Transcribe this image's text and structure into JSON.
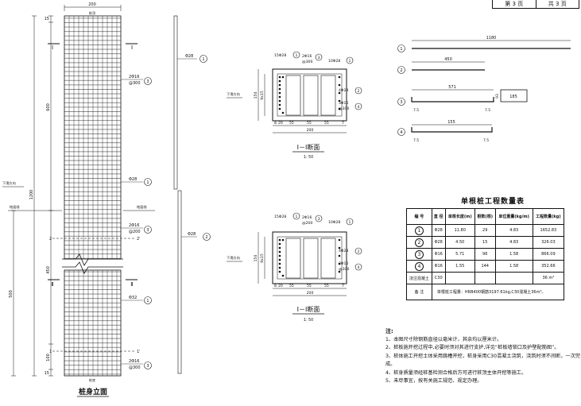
{
  "page": {
    "current": "第 3 页",
    "total": "共 3 页"
  },
  "elevation": {
    "title": "桩身立面",
    "width_dim": "200",
    "height_dims": [
      "15",
      "600",
      "1200",
      "450",
      "100",
      "15"
    ],
    "left_dim": "500",
    "labels": {
      "section_top": "Ⅰ",
      "section_bottom": "Ⅱ",
      "load_dir": "下滑方向",
      "ground_line_left": "地面线",
      "ground_line_right": "地面线",
      "mark_2": "2",
      "mark_2p": "2'",
      "mark_1": "1",
      "mark_1p": "1'",
      "top_text": "桩顶",
      "bottom_text": "桩底"
    },
    "callouts": {
      "c1": {
        "text": "Φ28",
        "num": "1"
      },
      "c2": {
        "text": "2Φ16",
        "sub": "@300",
        "num": "3"
      },
      "c3": {
        "text": "Φ28",
        "num": "1"
      },
      "c4": {
        "text": "2Φ16",
        "sub": "@200",
        "num": "3"
      },
      "c5": {
        "text": "Φ32",
        "num": "1"
      },
      "c6": {
        "text": "2Φ16",
        "sub": "@300",
        "num": "3"
      },
      "bar1": {
        "text": "Φ28",
        "num": "1"
      },
      "bar2": {
        "text": "Φ28",
        "num": "2"
      }
    }
  },
  "section1": {
    "title": "Ⅰ－Ⅰ断面",
    "scale": "1: 50",
    "dir": "下滑方向",
    "top_left": "15Φ28",
    "top_left_num": "1",
    "top_mid": "2Φ16",
    "top_mid_sub": "@300",
    "top_mid_num": "3",
    "top_right": "10Φ28",
    "top_right_num": "1",
    "right_a": "4Φ28",
    "right_a_num": "2",
    "right_b": "3Φ16",
    "right_b_sub": "@300",
    "right_b_num": "4",
    "dims": [
      "8",
      "20",
      "55",
      "55",
      "55",
      "7"
    ],
    "total": "200",
    "height": "150",
    "inner_h": "9x15"
  },
  "section2": {
    "title": "Ⅰ－Ⅰ断面",
    "scale": "1: 50",
    "dir": "下滑方向",
    "top_left": "15Φ28",
    "top_left_num": "1",
    "top_mid": "2Φ16",
    "top_mid_sub": "@200",
    "top_mid_num": "3",
    "top_right": "10Φ28",
    "top_right_num": "1",
    "right_a": "4Φ28",
    "right_a_num": "2",
    "right_b": "3Φ16",
    "right_b_sub": "@300",
    "right_b_num": "4",
    "dims": [
      "8",
      "20",
      "55",
      "55",
      "55",
      "7"
    ],
    "total": "200",
    "height": "150",
    "inner_h": "9x15"
  },
  "bars": {
    "b1": {
      "num": "1",
      "len": "1180"
    },
    "b2": {
      "num": "2",
      "len": "450"
    },
    "b3": {
      "num": "3",
      "len": "571",
      "side": "185",
      "hook1": "7.5",
      "hook2": "7.5",
      "h": "93"
    },
    "b4": {
      "num": "4",
      "len": "155",
      "hook1": "7.5",
      "hook2": "7.5"
    }
  },
  "table": {
    "title": "单根桩工程数量表",
    "headers": [
      "编 号",
      "直 径",
      "单根长度(m)",
      "根数(根)",
      "单位重量(kg/m)",
      "工程数量(kg)"
    ],
    "rows": [
      [
        "1",
        "Φ28",
        "11.80",
        "29",
        "4.83",
        "1652.83"
      ],
      [
        "2",
        "Φ28",
        "4.50",
        "15",
        "4.83",
        "326.03"
      ],
      [
        "3",
        "Φ16",
        "5.71",
        "96",
        "1.58",
        "866.09"
      ],
      [
        "4",
        "Φ16",
        "1.55",
        "144",
        "1.58",
        "352.66"
      ]
    ],
    "concrete_label": "浇注混凝土",
    "concrete_grade": "C30",
    "concrete_qty": "36 m³",
    "remark_label": "备 注",
    "remark": "单根桩工程量：HRB400钢筋3197.61kg,C30混凝土36m³。"
  },
  "notes": {
    "title": "注:",
    "items": [
      "1、本图尺寸除钢筋直径以毫米计，其余均以厘米计。",
      "2、桩板施开挖过程中,必要时须对其进行支护,详见“桩板墙锁口及护壁配筋图”。",
      "3、桩体施工开挖土体采用跳槽开挖，桩身采用C30混凝土浇筑，浇筑时须不间断，一次完成。",
      "4、桩身质量须经桩基检测合格后方可进行桩顶主体开挖等施工。",
      "5、未尽事宜，按有关施工规范、规定办理。"
    ]
  },
  "colors": {
    "ink": "#111111",
    "paper": "#ffffff"
  }
}
